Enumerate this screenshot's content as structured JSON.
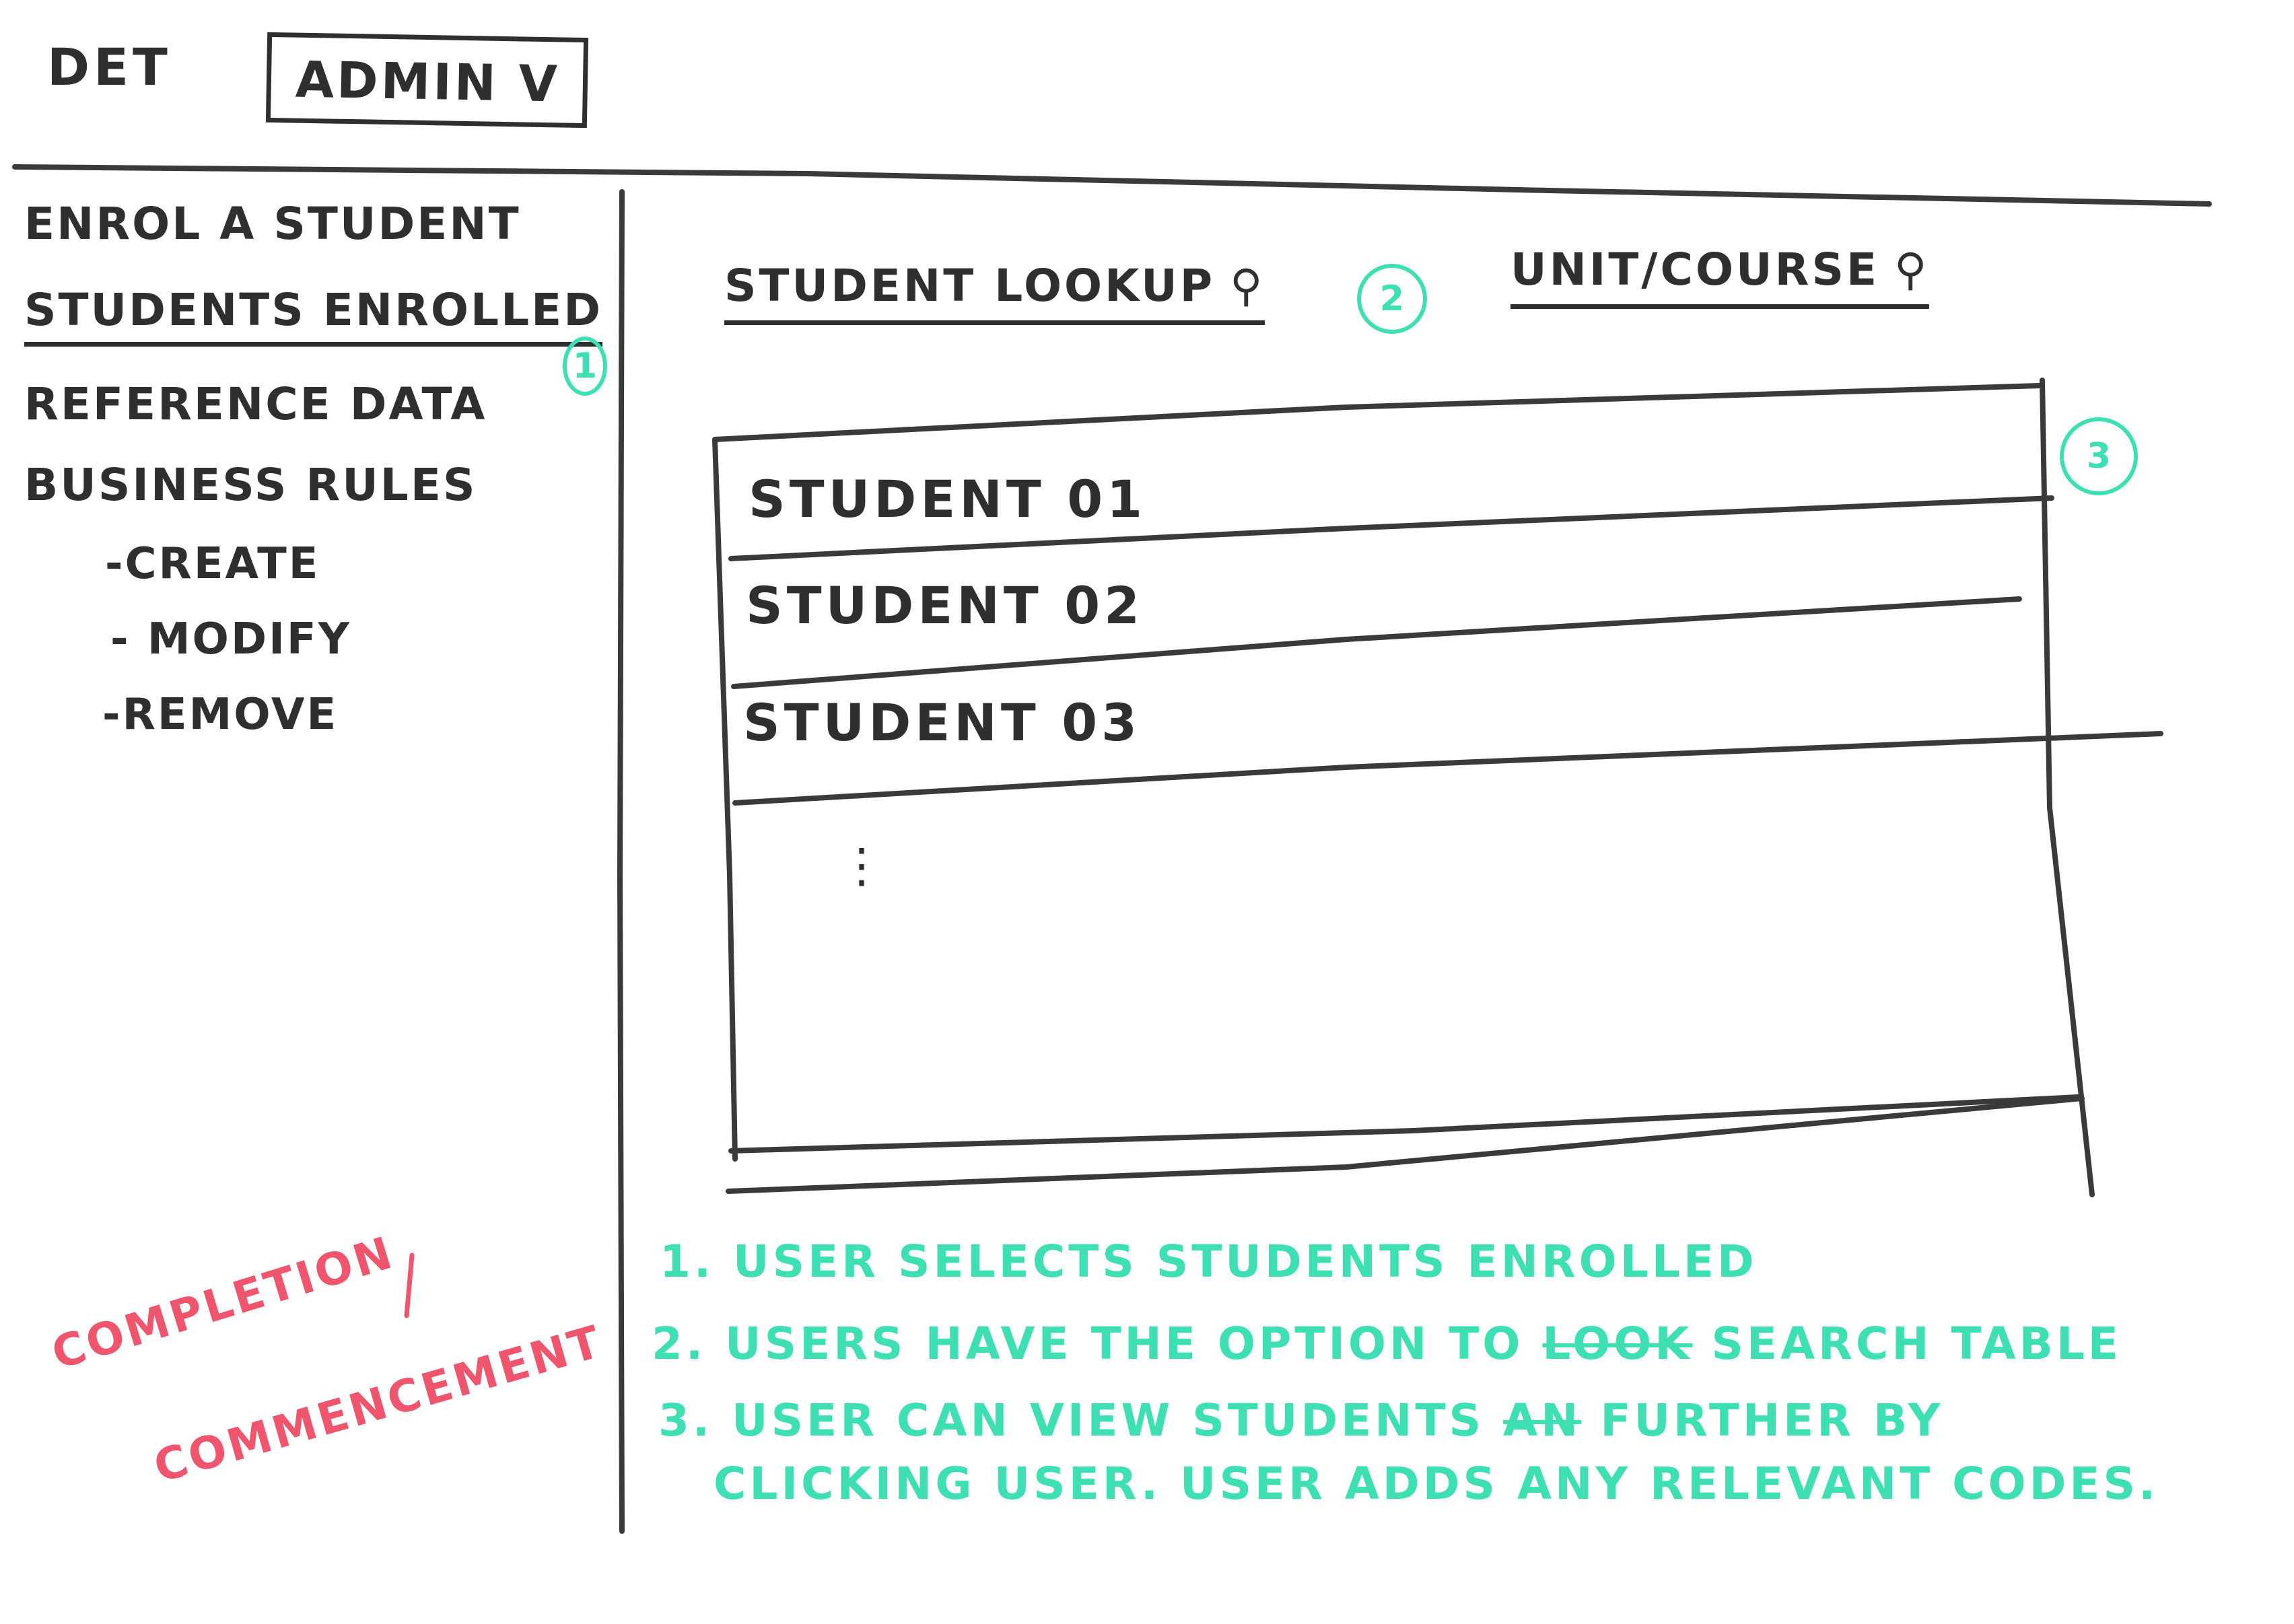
{
  "header": {
    "brand": "DET",
    "role_dropdown": "ADMIN V"
  },
  "sidebar": {
    "items": [
      {
        "label": "ENROL A STUDENT"
      },
      {
        "label": "STUDENTS ENROLLED",
        "active": true
      },
      {
        "label": "REFERENCE DATA"
      },
      {
        "label": "BUSINESS RULES"
      }
    ],
    "sub_items": [
      {
        "label": "-CREATE"
      },
      {
        "label": "- MODIFY"
      },
      {
        "label": "-REMOVE"
      }
    ]
  },
  "search": {
    "student_lookup": "STUDENT LOOKUP",
    "unit_course": "UNIT/COURSE"
  },
  "results": {
    "rows": [
      {
        "label": "STUDENT 01"
      },
      {
        "label": "STUDENT 02"
      },
      {
        "label": "STUDENT 03"
      }
    ],
    "continuation": "⋮"
  },
  "annotations": {
    "badges": [
      "1",
      "2",
      "3"
    ],
    "notes": [
      {
        "number": "1.",
        "text": "USER SELECTS STUDENTS ENROLLED"
      },
      {
        "number": "2.",
        "before": "USERS HAVE THE OPTION TO",
        "struck": "LOOK",
        "after": "SEARCH TABLE"
      },
      {
        "number": "3.",
        "before": "USER CAN VIEW STUDENTS",
        "struck": "AN",
        "after": "FURTHER BY"
      },
      {
        "text": "CLICKING USER. USER ADDS ANY RELEVANT CODES."
      }
    ],
    "side_note": {
      "line1": "COMPLETION",
      "line2": "COMMENCEMENT"
    }
  },
  "colors": {
    "ink": "#2f2f2f",
    "annotation": "#3fdfb4",
    "highlight": "#f0556e"
  },
  "icons": {
    "search": "search-icon"
  }
}
